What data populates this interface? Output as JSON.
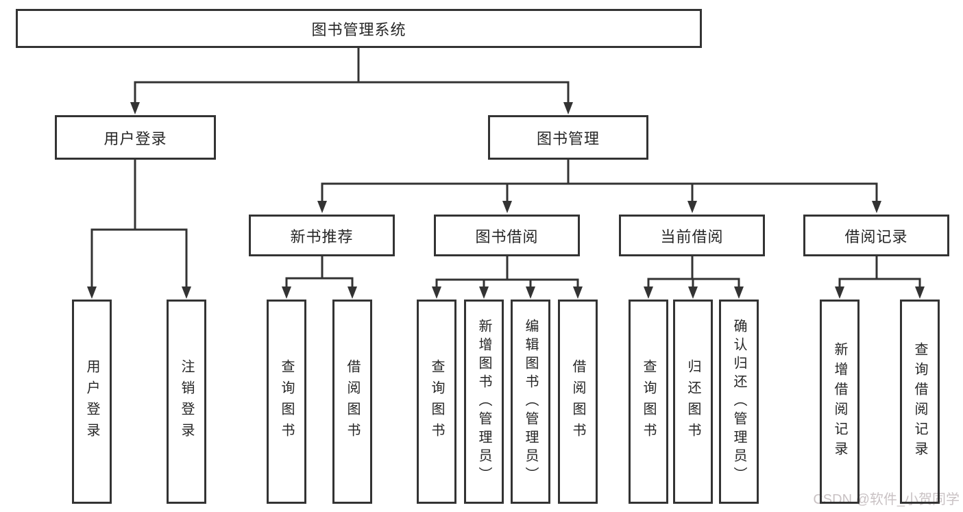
{
  "tree": {
    "root": "图书管理系统",
    "user_branch": {
      "label": "用户登录",
      "leaves": [
        "用户登录",
        "注销登录"
      ]
    },
    "book_branch": {
      "label": "图书管理",
      "sections": [
        {
          "label": "新书推荐",
          "leaves": [
            "查询图书",
            "借阅图书"
          ]
        },
        {
          "label": "图书借阅",
          "leaves": [
            "查询图书",
            "新增图书（管理员）",
            "编辑图书（管理员）",
            "借阅图书"
          ]
        },
        {
          "label": "当前借阅",
          "leaves": [
            "查询图书",
            "归还图书",
            "确认归还（管理员）"
          ]
        },
        {
          "label": "借阅记录",
          "leaves": [
            "新增借阅记录",
            "查询借阅记录"
          ]
        }
      ]
    }
  },
  "watermark": {
    "text": "CSDN @软件_小贺同学"
  },
  "colors": {
    "line": "#333333",
    "text": "#262626",
    "watermark": "#c9c2c4",
    "background": "#ffffff"
  }
}
